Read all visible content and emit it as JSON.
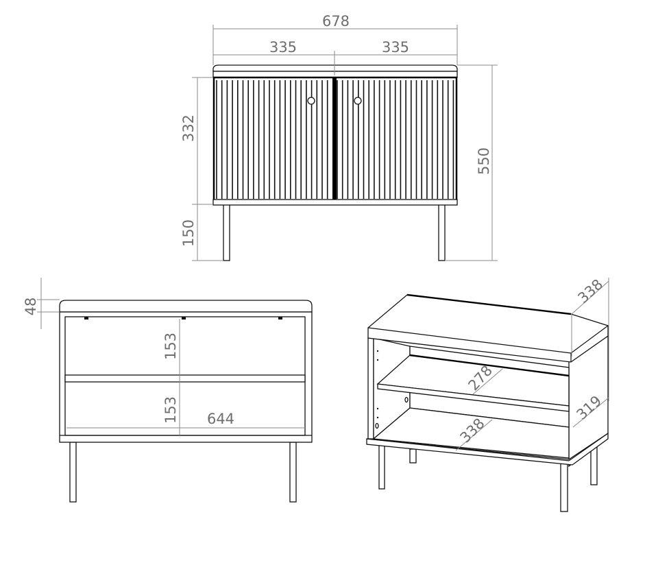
{
  "front_view": {
    "overall_width": "678",
    "left_door_width": "335",
    "right_door_width": "335",
    "door_height": "332",
    "leg_height": "150",
    "overall_height": "550"
  },
  "back_view": {
    "top_thickness": "48",
    "upper_compartment_height": "153",
    "lower_compartment_height": "153",
    "inner_width": "644"
  },
  "iso_view": {
    "top_depth": "338",
    "shelf_depth": "278",
    "side_depth": "319",
    "bottom_depth": "338"
  },
  "colors": {
    "line": "#111111",
    "dimension": "#8a8a8a"
  }
}
